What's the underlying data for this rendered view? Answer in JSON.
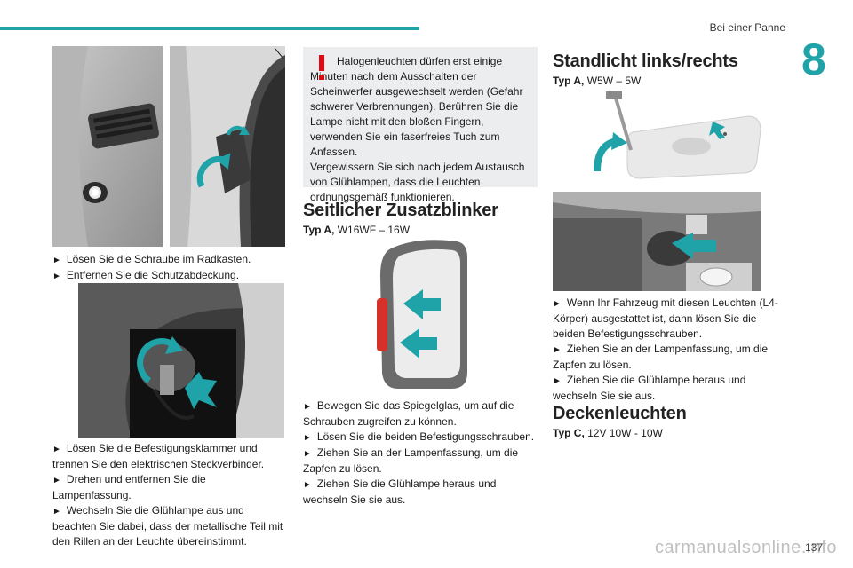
{
  "header": {
    "title": "Bei einer Panne",
    "chapter": "8"
  },
  "colors": {
    "accent": "#1fa3a8",
    "warning": "#e30613",
    "box_bg": "#ecedef"
  },
  "col1": {
    "text1": [
      "Lösen Sie die Schraube im Radkasten.",
      "Entfernen Sie die Schutzabdeckung."
    ],
    "text2": [
      "Lösen Sie die Befestigungsklammer und trennen Sie den elektrischen Steckverbinder.",
      "Drehen und entfernen Sie die Lampenfassung.",
      "Wechseln Sie die Glühlampe aus und beachten Sie dabei, dass der metallische Teil mit den Rillen an der Leuchte übereinstimmt."
    ]
  },
  "col2": {
    "warning": {
      "icon": "exclamation-icon",
      "p1": "Halogenleuchten dürfen erst einige Minuten nach dem Ausschalten der Scheinwerfer ausgewechselt werden (Gefahr schwerer Verbrennungen). Berühren Sie die Lampe nicht mit den bloßen Fingern, verwenden Sie ein faserfreies Tuch zum Anfassen.",
      "p2": "Vergewissern Sie sich nach jedem Austausch von Glühlampen, dass die Leuchten ordnungsgemäß funktionieren."
    },
    "section_title": "Seitlicher Zusatzblinker",
    "type_label": "Typ A,",
    "type_value": "W16WF – 16W",
    "text": [
      "Bewegen Sie das Spiegelglas, um auf die Schrauben zugreifen zu können.",
      "Lösen Sie die beiden Befestigungsschrauben.",
      "Ziehen Sie an der Lampenfassung, um die Zapfen zu lösen.",
      "Ziehen Sie die Glühlampe heraus und wechseln Sie sie aus."
    ]
  },
  "col3": {
    "section1_title": "Standlicht links/rechts",
    "type1_label": "Typ A,",
    "type1_value": "W5W – 5W",
    "text": [
      "Wenn Ihr Fahrzeug mit diesen Leuchten (L4-Körper) ausgestattet ist, dann lösen Sie die beiden Befestigungsschrauben.",
      "Ziehen Sie an der Lampenfassung, um die Zapfen zu lösen.",
      "Ziehen Sie die Glühlampe heraus und wechseln Sie sie aus."
    ],
    "section2_title": "Deckenleuchten",
    "type2_label": "Typ C,",
    "type2_value": "12V 10W - 10W"
  },
  "footer": {
    "page_number": "137",
    "watermark": "carmanualsonline.info"
  }
}
